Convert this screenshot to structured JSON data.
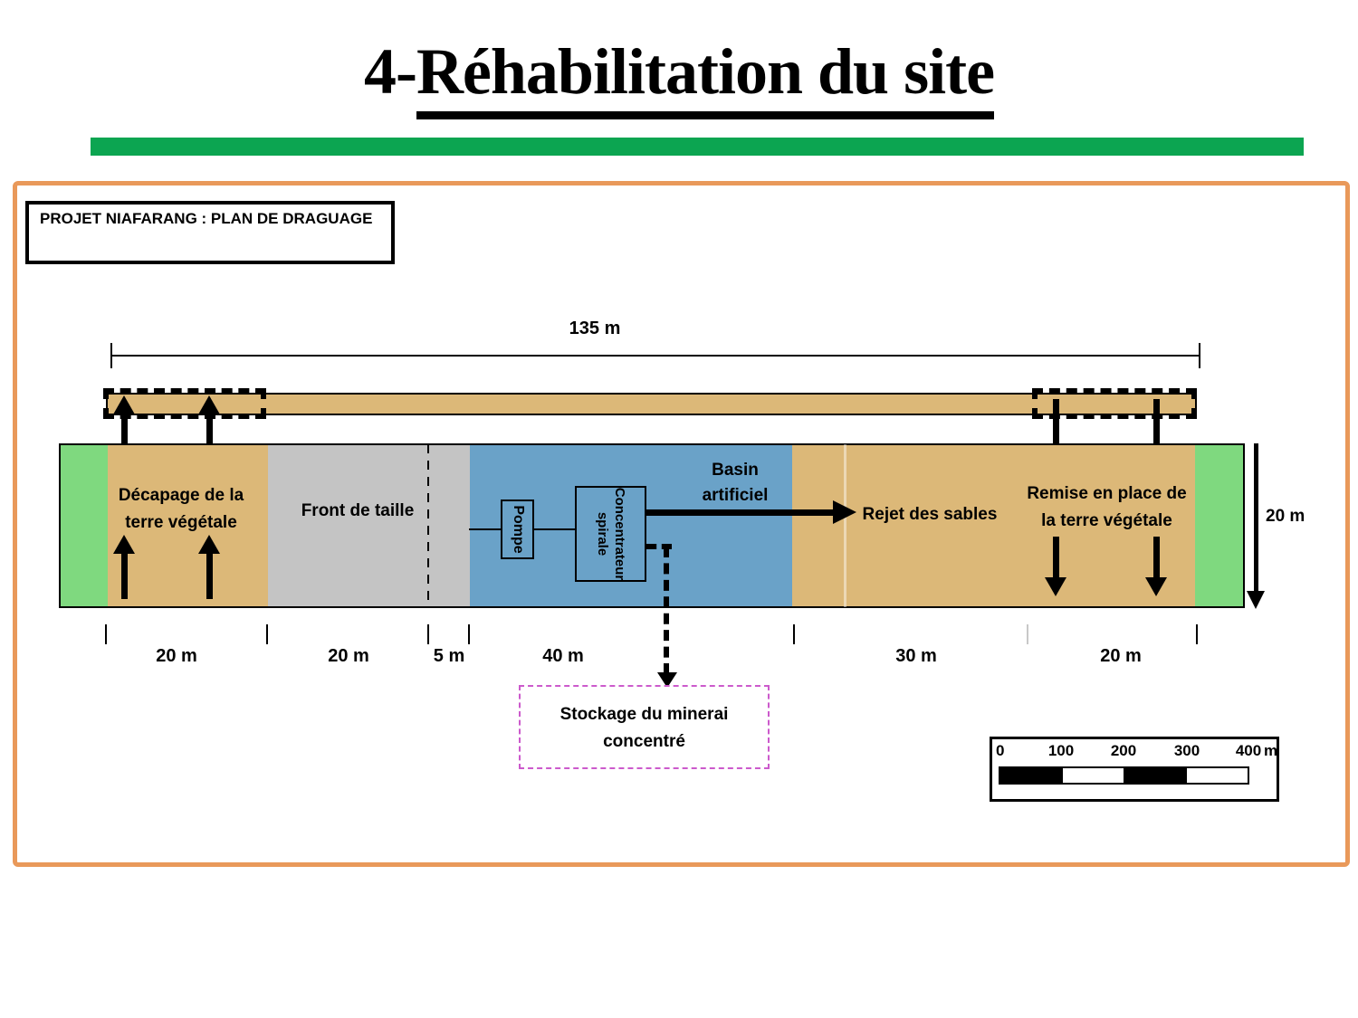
{
  "title": {
    "prefix": "4-",
    "main": "Réhabilitation du site"
  },
  "colors": {
    "accent_green_bar": "#0CA551",
    "frame_orange": "#E9995A",
    "topsoil_tan": "#DCB878",
    "vegetation_green": "#7FD97F",
    "front_gray": "#C4C4C4",
    "basin_blue": "#6AA2C8",
    "stockage_border_magenta": "#CC5ACC"
  },
  "plan": {
    "header": "PROJET NIAFARANG : PLAN DE DRAGUAGE",
    "dims": {
      "total": "135 m",
      "depth": "20 m",
      "widths": [
        "20 m",
        "20 m",
        "5 m",
        "40 m",
        "30 m",
        "20 m"
      ]
    },
    "zones": {
      "decapage": {
        "line1": "Décapage de la",
        "line2": "terre végétale"
      },
      "front": {
        "label": "Front de taille"
      },
      "basin": {
        "line1": "Basin",
        "line2": "artificiel"
      },
      "rejet": {
        "label": "Rejet des sables"
      },
      "remise": {
        "line1": "Remise en place de",
        "line2": "la terre végétale"
      }
    },
    "equipment": {
      "pompe": "Pompe",
      "concentrateur": {
        "line1": "Concentrateur",
        "line2": "spirale"
      }
    },
    "stockage": {
      "line1": "Stockage du minerai",
      "line2": "concentré"
    },
    "scalebar": {
      "labels": [
        "0",
        "100",
        "200",
        "300",
        "400"
      ],
      "unit": "m"
    }
  }
}
